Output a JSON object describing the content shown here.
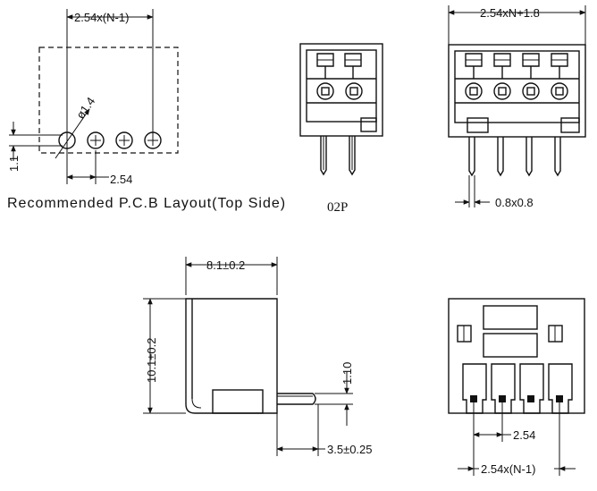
{
  "pcb_layout": {
    "caption": "Recommended P.C.B Layout(Top Side)",
    "dim_pitch_total": "2.54x(N-1)",
    "dim_hole_dia": "ø1.4",
    "dim_offset": "1.1",
    "dim_pitch": "2.54"
  },
  "front_view": {
    "label": "02P"
  },
  "multi_view": {
    "dim_width": "2.54xN+1.8",
    "dim_pin": "0.8x0.8"
  },
  "side_view": {
    "dim_depth": "8.1±0.2",
    "dim_height": "10.1±0.2",
    "dim_pin_height": "1.10",
    "dim_pin_length": "3.5±0.25"
  },
  "bottom_view": {
    "dim_pitch": "2.54",
    "dim_pitch_total": "2.54x(N-1)"
  }
}
